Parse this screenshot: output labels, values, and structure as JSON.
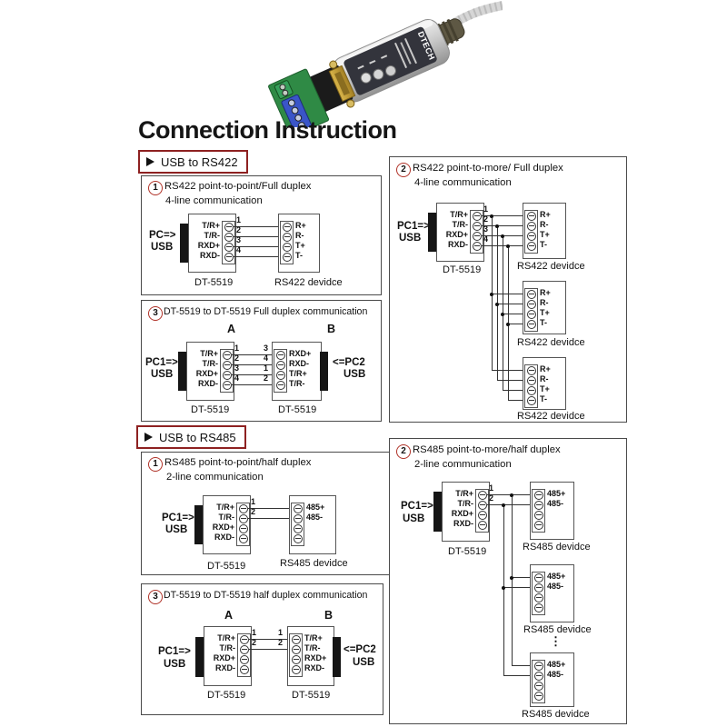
{
  "page": {
    "title": "Connection Instruction"
  },
  "photo": {
    "brand": "DTECH"
  },
  "sections": {
    "rs422": "USB to RS422",
    "rs485": "USB to RS485"
  },
  "diagrams": {
    "a1": {
      "num": "1",
      "line1": "RS422 point-to-point/Full duplex",
      "line2": "4-line communication",
      "pc": "PC=>",
      "pc2": "USB",
      "left_pins": [
        "T/R+",
        "T/R-",
        "RXD+",
        "RXD-"
      ],
      "wire_nums": [
        "1",
        "2",
        "3",
        "4"
      ],
      "right_pins": [
        "R+",
        "R-",
        "T+",
        "T-"
      ],
      "cap_left": "DT-5519",
      "cap_right": "RS422 devidce"
    },
    "a2": {
      "num": "2",
      "line1": "RS422 point-to-more/ Full duplex",
      "line2": "4-line communication",
      "pc": "PC1=>",
      "pc2": "USB",
      "left_pins": [
        "T/R+",
        "T/R-",
        "RXD+",
        "RXD-"
      ],
      "wire_nums": [
        "1",
        "2",
        "3",
        "4"
      ],
      "right_pins": [
        "R+",
        "R-",
        "T+",
        "T-"
      ],
      "cap_left": "DT-5519",
      "cap_device": "RS422 devidce"
    },
    "a3": {
      "num": "3",
      "line1": "DT-5519 to DT-5519 Full duplex communication",
      "label_a": "A",
      "label_b": "B",
      "pc": "PC1=>",
      "pc2": "USB",
      "pc_r": "<=PC2",
      "pc_r2": "USB",
      "left_pins": [
        "T/R+",
        "T/R-",
        "RXD+",
        "RXD-"
      ],
      "left_nums": [
        "1",
        "2",
        "3",
        "4"
      ],
      "right_nums": [
        "3",
        "4",
        "1",
        "2"
      ],
      "right_pins": [
        "RXD+",
        "RXD-",
        "T/R+",
        "T/R-"
      ],
      "cap_left": "DT-5519",
      "cap_right": "DT-5519"
    },
    "b1": {
      "num": "1",
      "line1": "RS485 point-to-point/half duplex",
      "line2": "2-line communication",
      "pc": "PC1=>",
      "pc2": "USB",
      "left_pins": [
        "T/R+",
        "T/R-",
        "RXD+",
        "RXD-"
      ],
      "wire_nums": [
        "1",
        "2"
      ],
      "right_pins": [
        "485+",
        "485-",
        "",
        ""
      ],
      "cap_left": "DT-5519",
      "cap_right": "RS485 devidce"
    },
    "b2": {
      "num": "2",
      "line1": "RS485 point-to-more/half duplex",
      "line2": "2-line communication",
      "pc": "PC1=>",
      "pc2": "USB",
      "left_pins": [
        "T/R+",
        "T/R-",
        "RXD+",
        "RXD-"
      ],
      "wire_nums": [
        "1",
        "2"
      ],
      "right_pins": [
        "485+",
        "485-",
        "",
        ""
      ],
      "cap_left": "DT-5519",
      "cap_device": "RS485 devidce",
      "ellipsis": "⋮"
    },
    "b3": {
      "num": "3",
      "line1": "DT-5519 to DT-5519 half duplex communication",
      "label_a": "A",
      "label_b": "B",
      "pc": "PC1=>",
      "pc2": "USB",
      "pc_r": "<=PC2",
      "pc_r2": "USB",
      "left_pins": [
        "T/R+",
        "T/R-",
        "RXD+",
        "RXD-"
      ],
      "left_nums": [
        "1",
        "2"
      ],
      "right_nums": [
        "1",
        "2"
      ],
      "right_pins": [
        "T/R+",
        "T/R-",
        "RXD+",
        "RXD-"
      ],
      "cap_left": "DT-5519",
      "cap_right": "DT-5519"
    }
  }
}
